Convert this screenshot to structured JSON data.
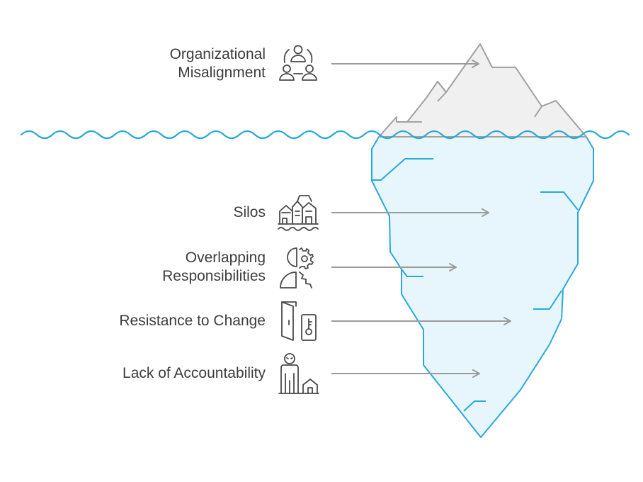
{
  "colors": {
    "water": "#29a9d8",
    "ice_below": "#e6f6fc",
    "ice_above": "#f0f0f0",
    "ice_above_stroke": "#a0a0a0",
    "arrow": "#9b9b9b",
    "text": "#3d3d3d",
    "icon": "#4a4a4a"
  },
  "items": [
    {
      "id": "organizational-misalignment",
      "lines": [
        "Organizational",
        "Misalignment"
      ],
      "icon": "people-connection-icon",
      "zone": "above-water"
    },
    {
      "id": "silos",
      "lines": [
        "Silos"
      ],
      "icon": "buildings-water-icon",
      "zone": "below-water"
    },
    {
      "id": "overlapping-responsibilities",
      "lines": [
        "Overlapping",
        "Responsibilities"
      ],
      "icon": "split-gear-icon",
      "zone": "below-water"
    },
    {
      "id": "resistance-to-change",
      "lines": [
        "Resistance to Change"
      ],
      "icon": "door-key-icon",
      "zone": "below-water"
    },
    {
      "id": "lack-of-accountability",
      "lines": [
        "Lack of Accountability"
      ],
      "icon": "person-house-icon",
      "zone": "below-water"
    }
  ]
}
